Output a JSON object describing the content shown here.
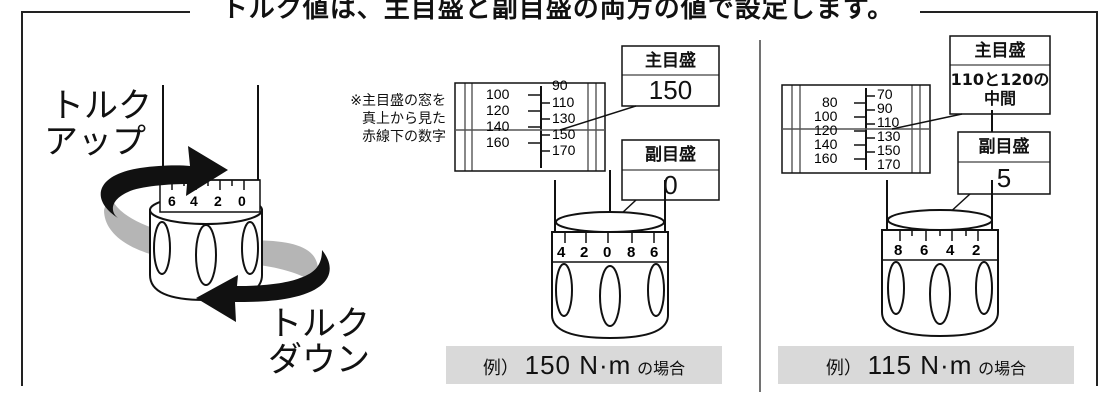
{
  "title": "トルク値は、主目盛と副目盛の両方の値で設定します。",
  "left": {
    "torque_up": [
      "トルク",
      "アップ"
    ],
    "torque_down": [
      "トルク",
      "ダウン"
    ],
    "dial_numbers": [
      "6",
      "4",
      "2",
      "0"
    ]
  },
  "note": [
    "※主目盛の窓を",
    "真上から見た",
    "赤線下の数字"
  ],
  "example1": {
    "scale_left": [
      "100",
      "120",
      "140",
      "160"
    ],
    "scale_right": [
      "90",
      "110",
      "130",
      "150",
      "170"
    ],
    "main_title": "主目盛",
    "main_value": "150",
    "sub_title": "副目盛",
    "sub_value": "0",
    "dial_numbers": [
      "4",
      "2",
      "0",
      "8",
      "6"
    ],
    "caption_prefix": "例）",
    "caption_value": "150 N·m",
    "caption_suffix": "の場合"
  },
  "example2": {
    "scale_left": [
      "80",
      "100",
      "120",
      "140",
      "160"
    ],
    "scale_right": [
      "70",
      "90",
      "110",
      "130",
      "150",
      "170"
    ],
    "main_title": "主目盛",
    "main_value_line1": "110と120の",
    "main_value_line2": "中間",
    "sub_title": "副目盛",
    "sub_value": "5",
    "dial_numbers": [
      "8",
      "6",
      "4",
      "2"
    ],
    "caption_prefix": "例）",
    "caption_value": "115 N·m",
    "caption_suffix": "の場合"
  }
}
